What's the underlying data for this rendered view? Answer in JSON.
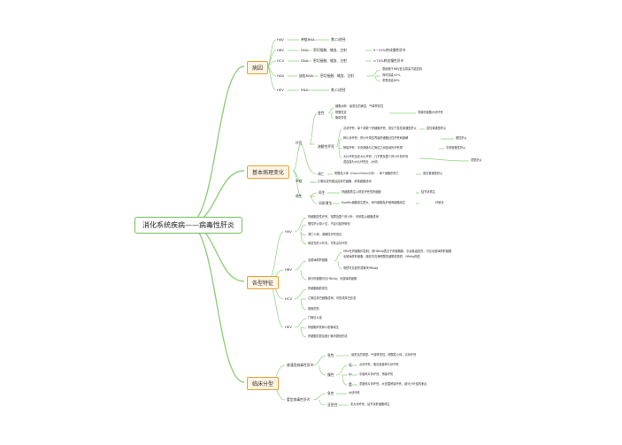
{
  "root": "消化系统疾病——病毒性肝炎",
  "sections": {
    "pathogen": {
      "title": "病因",
      "rows": [
        {
          "virus": "HAV",
          "type": "单链RNA",
          "route": "粪-口途径",
          "note": ""
        },
        {
          "virus": "HBV",
          "type": "DNA",
          "route": "密切接触、输血、注射",
          "note": "5~10%转成慢性肝炎"
        },
        {
          "virus": "HCV",
          "type": "DNA",
          "route": "密切接触、输血、注射",
          "note": ">70%转成慢性肝炎"
        },
        {
          "virus": "HDV",
          "type": "缺陷RNA",
          "route": "密切接触、输血、注射",
          "note": ""
        },
        {
          "virus": "HEV",
          "type": "RNA",
          "route": "粪-口途径",
          "note": ""
        }
      ],
      "hdv_notes": [
        "需依赖于HBV复合感染才能复制",
        "同时感染<5%",
        "重叠感染80%"
      ]
    },
    "pathology": {
      "title": "基本病理变化",
      "degeneration": "变性",
      "deg_items": [
        "细胞水肿：最常见的病变，气球样变性",
        "嗜酸性变",
        "脂肪变性"
      ],
      "deg_note": "导致肝细胞大块坏死",
      "necrosis": "坏死",
      "necrosis_label": "溶解性坏死",
      "lytic": [
        {
          "text": "点状坏死：单个或数个肝细胞坏死，常见于急性普通型肝炎",
          "note": "急性普通型肝炎"
        },
        {
          "text": "碎片状坏死：肝小叶周边界板肝细胞灶性坏死和崩解",
          "note": "慢性肝炎"
        },
        {
          "text": "桥接坏死：中央静脉与汇管区之间连续的坏死带",
          "note": "中重度慢性肝炎"
        },
        {
          "text": "大片坏死及亚大片坏死：几乎累及整个肝小叶的坏死",
          "note": "重型肝炎"
        }
      ],
      "lytic_extra": "或连接为大片坏死灶（大块）",
      "acidophil": "凋亡",
      "acidophil_text": "嗜酸性小体（Councilman小体）：单个细胞的死亡",
      "acidophil_note": "急性普通型肝炎",
      "inflammation": "炎症",
      "inflammation_text": "汇管区或坏死灶内淋巴细胞、单核细胞浸润",
      "regeneration": "增生",
      "regen_items": [
        {
          "label": "再生",
          "text": "肝细胞再生以修复坏死的肝细胞",
          "note": "结节状再生"
        },
        {
          "label": "间质增生",
          "text": "Kupffer细胞增生肥大、间叶细胞及纤维母细胞增生",
          "note": "纤维化"
        }
      ]
    },
    "features": {
      "title": "各型特征",
      "hav": {
        "label": "HAV",
        "items": [
          "肝细胞变性坏死，常累及整个肝小叶，伴明显炎细胞浸润",
          "慢性肝炎极少见，不会引起肝硬化",
          "凋亡小体，溶解性坏死常见",
          "病变在肝小叶内，可有点状坏死"
        ]
      },
      "hbv": {
        "label": "HBV",
        "items": [
          "HBV在肝细胞内复制，其HBsAg表达于肝细胞膜，引起免疫损伤，可见毛玻璃样肝细胞",
          "毛玻璃样肝细胞",
          "电镜可见线形或管状HBsAg",
          "部分肝细胞可见HBcAg，毛玻璃样细胞"
        ],
        "note": "毛玻璃样肝细胞：胞浆内充满嗜酸性细颗粒物质，HBsAg阳性"
      },
      "hcv": {
        "label": "HCV",
        "items": [
          "肝细胞脂肪变性",
          "汇管区淋巴细胞浸润，可形成淋巴滤泡",
          "胆管损伤"
        ]
      },
      "hev": {
        "label": "HEV",
        "items": [
          "门管区炎症",
          "肝细胞坏死和小胆管增生",
          "肝细胞淤胆及胆小管内胆栓形成"
        ]
      }
    },
    "clinical": {
      "title": "临床分型",
      "common": "普通型病毒性肝炎",
      "acute": "急性",
      "acute_text": "最常见的类型，气球样变性，嗜酸性小体，点状坏死",
      "chronic": "慢性",
      "chronic_items": [
        {
          "grade": "轻",
          "text": "点状坏死，偶见轻度碎片状坏死"
        },
        {
          "grade": "中",
          "text": "中度碎片状坏死，桥接坏死"
        },
        {
          "grade": "重",
          "text": "重度碎片状坏死，大范围桥接坏死，部分小叶结构紊乱"
        }
      ],
      "severe": "重型病毒性肝炎",
      "severe_acute": "急性",
      "severe_acute_text": "大块坏死",
      "severe_sub": "亚急性",
      "severe_sub_text": "亚大块坏死，结节状肝细胞再生"
    }
  },
  "colors": {
    "branch": "#8fd17d",
    "root_border": "#6fbf57",
    "main_border": "#e8a23a",
    "main_fill": "#fff4e2"
  }
}
